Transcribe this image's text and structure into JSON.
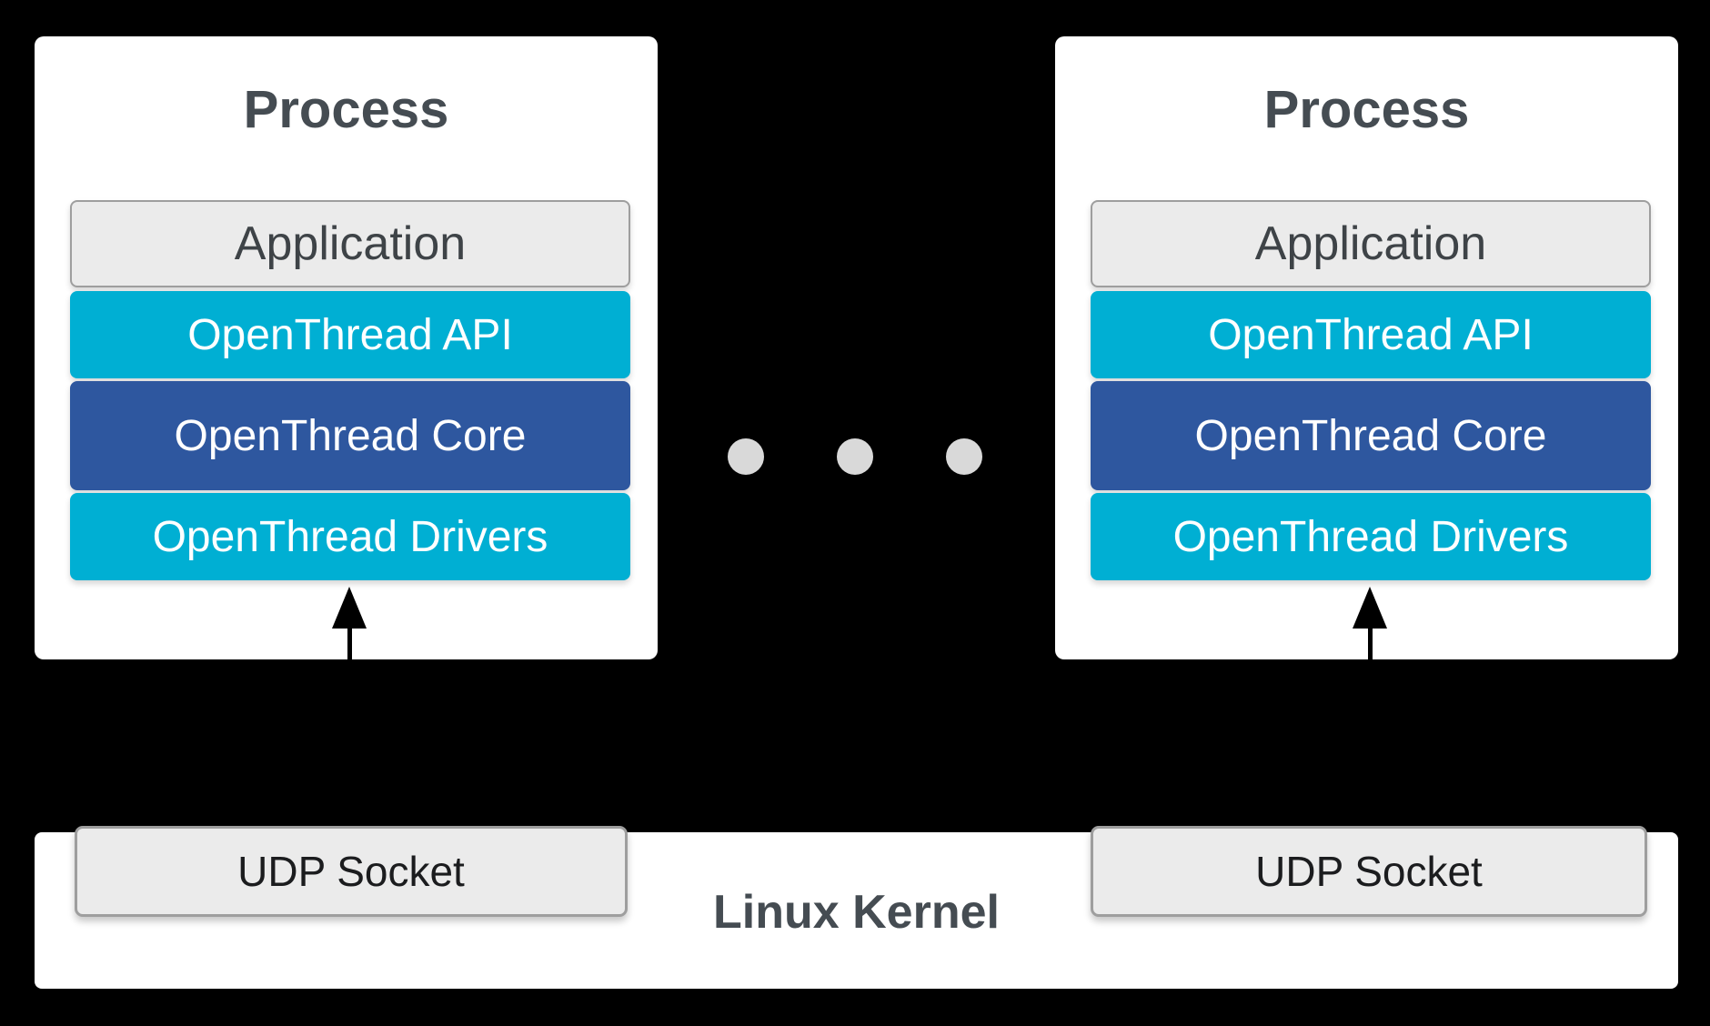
{
  "colors": {
    "background": "#000000",
    "cyan": "#00AFD3",
    "navy": "#2E579F",
    "light_fill": "#EBEBEB",
    "gray_border": "#9E9E9E",
    "dark_text": "#454C52",
    "dot": "#D9D9D9"
  },
  "processes": [
    {
      "title": "Process",
      "layers": [
        {
          "label": "Application"
        },
        {
          "label": "OpenThread API"
        },
        {
          "label": "OpenThread Core"
        },
        {
          "label": "OpenThread Drivers"
        }
      ]
    },
    {
      "title": "Process",
      "layers": [
        {
          "label": "Application"
        },
        {
          "label": "OpenThread API"
        },
        {
          "label": "OpenThread Core"
        },
        {
          "label": "OpenThread Drivers"
        }
      ]
    }
  ],
  "ellipsis": {
    "count": 3
  },
  "kernel": {
    "label": "Linux Kernel",
    "sockets": [
      {
        "label": "UDP Socket"
      },
      {
        "label": "UDP Socket"
      }
    ]
  }
}
